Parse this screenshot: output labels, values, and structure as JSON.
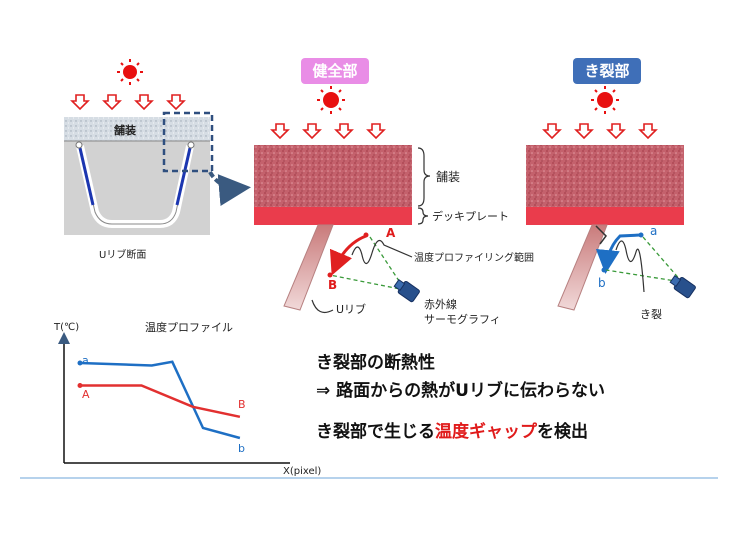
{
  "badges": {
    "sound": "健全部",
    "crack": "き裂部"
  },
  "left_section": {
    "pavement": "舗装",
    "caption": "Uリブ断面"
  },
  "middle_labels": {
    "pavement": "舗装",
    "deck_plate": "デッキプレート",
    "profiling_range": "温度プロファイリング範囲",
    "u_rib": "Uリブ",
    "ir_camera_line1": "赤外線",
    "ir_camera_line2": "サーモグラフィ",
    "point_a": "A",
    "point_b": "B"
  },
  "right_labels": {
    "crack": "き裂",
    "point_a": "a",
    "point_b": "b"
  },
  "chart_title": "温度プロファイル",
  "chart_data": {
    "type": "line",
    "xlabel": "X(pixel)",
    "ylabel": "T(℃)",
    "series": [
      {
        "name": "a",
        "label_start": "a",
        "label_end": "b",
        "color": "#1e6fc4",
        "x": [
          0,
          0.35,
          0.45,
          0.6,
          0.78
        ],
        "y": [
          0.8,
          0.78,
          0.81,
          0.28,
          0.2
        ]
      },
      {
        "name": "A",
        "label_start": "A",
        "label_end": "B",
        "color": "#e23030",
        "x": [
          0,
          0.3,
          0.55,
          0.78
        ],
        "y": [
          0.62,
          0.62,
          0.45,
          0.37
        ]
      }
    ]
  },
  "statement": {
    "line1": "き裂部の断熱性",
    "line2": "⇒ 路面からの熱がUリブに伝わらない",
    "line3_prefix": "き裂部で生じる",
    "line3_highlight": "温度ギャップ",
    "line3_suffix": "を検出"
  },
  "colors": {
    "heat_arrow": "#e02020",
    "sun": "#e81010",
    "crack_badge": "#3f6fb8",
    "sound_badge": "#e98de6"
  }
}
